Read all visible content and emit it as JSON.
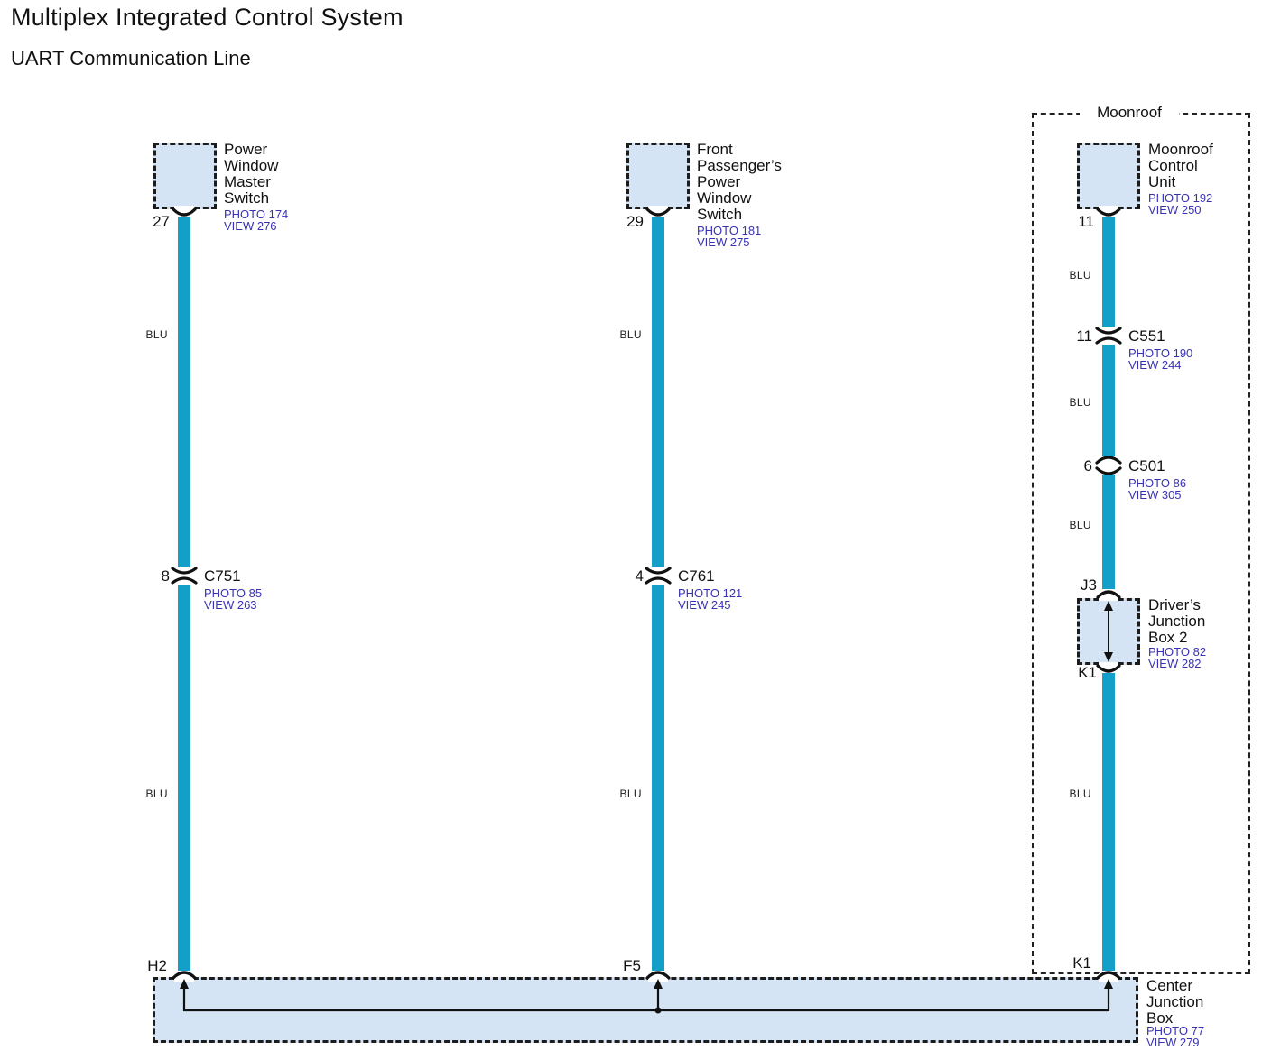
{
  "header": {
    "title": "Multiplex Integrated Control System",
    "subtitle": "UART Communication Line"
  },
  "moonroof_zone": {
    "label": "Moonroof"
  },
  "left": {
    "component": "Power\nWindow\nMaster\nSwitch",
    "photo": "PHOTO 174",
    "view": "VIEW 276",
    "pin": "27",
    "wire_color_upper": "BLU",
    "conn_pin": "8",
    "conn_name": "C751",
    "conn_photo": "PHOTO 85",
    "conn_view": "VIEW 263",
    "wire_color_lower": "BLU",
    "cjb_pin": "H2"
  },
  "middle": {
    "component": "Front\nPassenger’s\nPower\nWindow\nSwitch",
    "photo": "PHOTO 181",
    "view": "VIEW 275",
    "pin": "29",
    "wire_color_upper": "BLU",
    "conn_pin": "4",
    "conn_name": "C761",
    "conn_photo": "PHOTO 121",
    "conn_view": "VIEW 245",
    "wire_color_lower": "BLU",
    "cjb_pin": "F5"
  },
  "right": {
    "component": "Moonroof\nControl\nUnit",
    "photo": "PHOTO 192",
    "view": "VIEW 250",
    "pin": "11",
    "blu1": "BLU",
    "c551_pin": "11",
    "c551_name": "C551",
    "c551_photo": "PHOTO 190",
    "c551_view": "VIEW 244",
    "blu2": "BLU",
    "c501_pin": "6",
    "c501_name": "C501",
    "c501_photo": "PHOTO 86",
    "c501_view": "VIEW 305",
    "blu3": "BLU",
    "djb_pin_in": "J3",
    "djb_name": "Driver’s\nJunction\nBox 2",
    "djb_photo": "PHOTO 82",
    "djb_view": "VIEW 282",
    "djb_pin_out": "K1",
    "blu4": "BLU",
    "cjb_pin": "K1"
  },
  "cjb": {
    "name": "Center\nJunction\nBox",
    "photo": "PHOTO 77",
    "view": "VIEW 279"
  },
  "colors": {
    "wire": "#139fc8",
    "box_fill": "#d5e4f4",
    "link_text": "#3832b2"
  }
}
